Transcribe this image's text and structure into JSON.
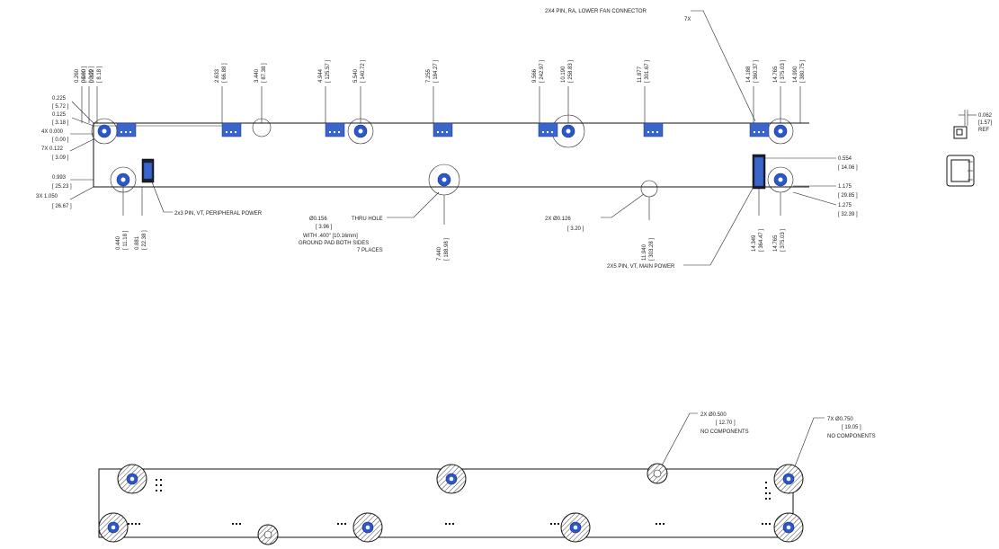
{
  "top_view": {
    "top_dims": [
      {
        "in": "0.260",
        "mm": "[ 6.60 ]"
      },
      {
        "in": "0.000",
        "mm": "[ 0.00 ]"
      },
      {
        "in": "0.322",
        "mm": "[ 8.18 ]"
      },
      {
        "in": "2.633",
        "mm": "[ 66.88 ]"
      },
      {
        "in": "3.440",
        "mm": "[ 87.38 ]"
      },
      {
        "in": "4.944",
        "mm": "[ 125.57 ]"
      },
      {
        "in": "5.540",
        "mm": "[ 140.72 ]"
      },
      {
        "in": "7.255",
        "mm": "[ 184.27 ]"
      },
      {
        "in": "9.566",
        "mm": "[ 242.97 ]"
      },
      {
        "in": "10.190",
        "mm": "[ 258.83 ]"
      },
      {
        "in": "11.877",
        "mm": "[ 301.67 ]"
      },
      {
        "in": "14.188",
        "mm": "[ 360.37 ]"
      },
      {
        "in": "14.765",
        "mm": "[ 375.03 ]"
      },
      {
        "in": "14.990",
        "mm": "[ 380.75 ]"
      }
    ],
    "left_dims": [
      {
        "in": "0.225",
        "mm": "[ 5.72 ]"
      },
      {
        "in": "0.125",
        "mm": "[ 3.18 ]"
      },
      {
        "in": "4X 0.000",
        "mm": "[ 0.00 ]"
      },
      {
        "in": "7X 0.122",
        "mm": "[ 3.09 ]"
      }
    ],
    "left_dims_lower": [
      {
        "in": "0.993",
        "mm": "[ 25.23 ]"
      },
      {
        "in": "3X 1.050",
        "mm": "[ 26.67 ]"
      }
    ],
    "bottom_dims": [
      {
        "in": "0.440",
        "mm": "[ 11.18 ]"
      },
      {
        "in": "0.881",
        "mm": "[ 22.38 ]"
      },
      {
        "in": "7.440",
        "mm": "[ 188.98 ]"
      },
      {
        "in": "11.940",
        "mm": "[ 303.28 ]"
      },
      {
        "in": "14.349",
        "mm": "[ 364.47 ]"
      },
      {
        "in": "14.765",
        "mm": "[ 375.03 ]"
      }
    ],
    "right_dims": [
      {
        "in": "0.554",
        "mm": "[ 14.06 ]"
      },
      {
        "in": "1.175",
        "mm": "[ 29.85 ]"
      },
      {
        "in": "1.275",
        "mm": "[ 32.39 ]"
      }
    ],
    "notes": {
      "fan_connector_1": "2X4 PIN, RA, LOWER FAN CONNECTOR",
      "fan_connector_2": "7X",
      "peripheral_power": "2x3 PIN, VT, PERIPHERAL POWER",
      "thru_hole_dia": "Ø0.156",
      "thru_hole_mm": "[ 3.96 ]",
      "thru_hole_label": "THRU HOLE",
      "thru_hole_pad_1": "WITH .400\" [10.16mm]",
      "thru_hole_pad_2": "GROUND PAD BOTH SIDES",
      "thru_hole_pad_3": "7 PLACES",
      "small_hole_dia": "2X Ø0.126",
      "small_hole_mm": "[ 3.20 ]",
      "main_power": "2X5 PIN, VT, MAIN POWER"
    }
  },
  "side_view": {
    "thickness": "0.062",
    "thickness_mm": "[1.57]",
    "ref": "REF"
  },
  "bottom_view": {
    "keepout_small_1": "2X Ø0.500",
    "keepout_small_2": "[ 12.70 ]",
    "keepout_small_3": "NO COMPONENTS",
    "keepout_large_1": "7X Ø0.750",
    "keepout_large_2": "[ 19.05 ]",
    "keepout_large_3": "NO COMPONENTS"
  }
}
